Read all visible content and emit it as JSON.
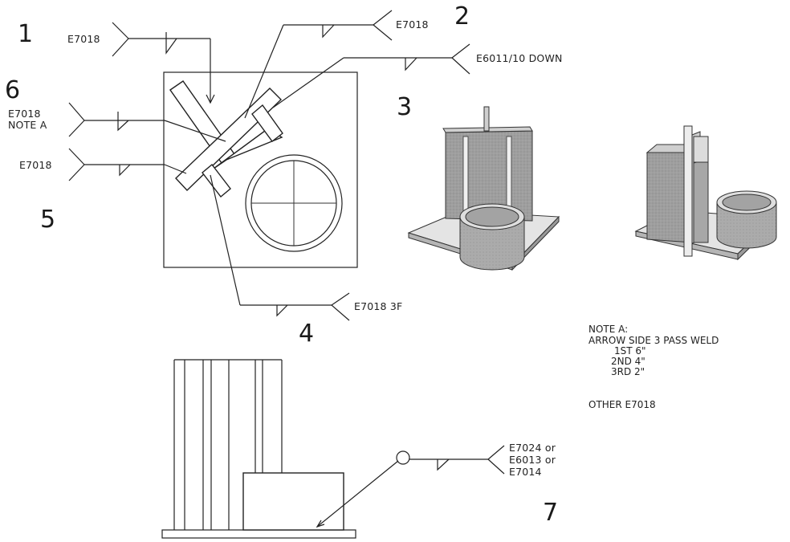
{
  "callouts": {
    "n1": "1",
    "n2": "2",
    "n3": "3",
    "n4": "4",
    "n5": "5",
    "n6": "6",
    "n7": "7"
  },
  "welds": {
    "w1": "E7018",
    "w2": "E7018",
    "w3": "E6011/10 DOWN",
    "w6_line1": "E7018",
    "w6_line2": "NOTE A",
    "w5": "E7018",
    "w4": "E7018 3F",
    "w7_line1": "E7024 or",
    "w7_line2": "E6013 or",
    "w7_line3": "E7014"
  },
  "note": {
    "title": "NOTE A:",
    "line1": "ARROW SIDE 3 PASS WELD",
    "line2": "1ST 6\"",
    "line3": "2ND 4\"",
    "line4": "3RD 2\"",
    "other": "OTHER E7018"
  },
  "colors": {
    "line": "#222222",
    "plate_gray": "#9a9a9a",
    "plate_dark": "#7c7c7c",
    "base_light": "#e6e6e6",
    "pipe_gray": "#9b9b9b"
  }
}
